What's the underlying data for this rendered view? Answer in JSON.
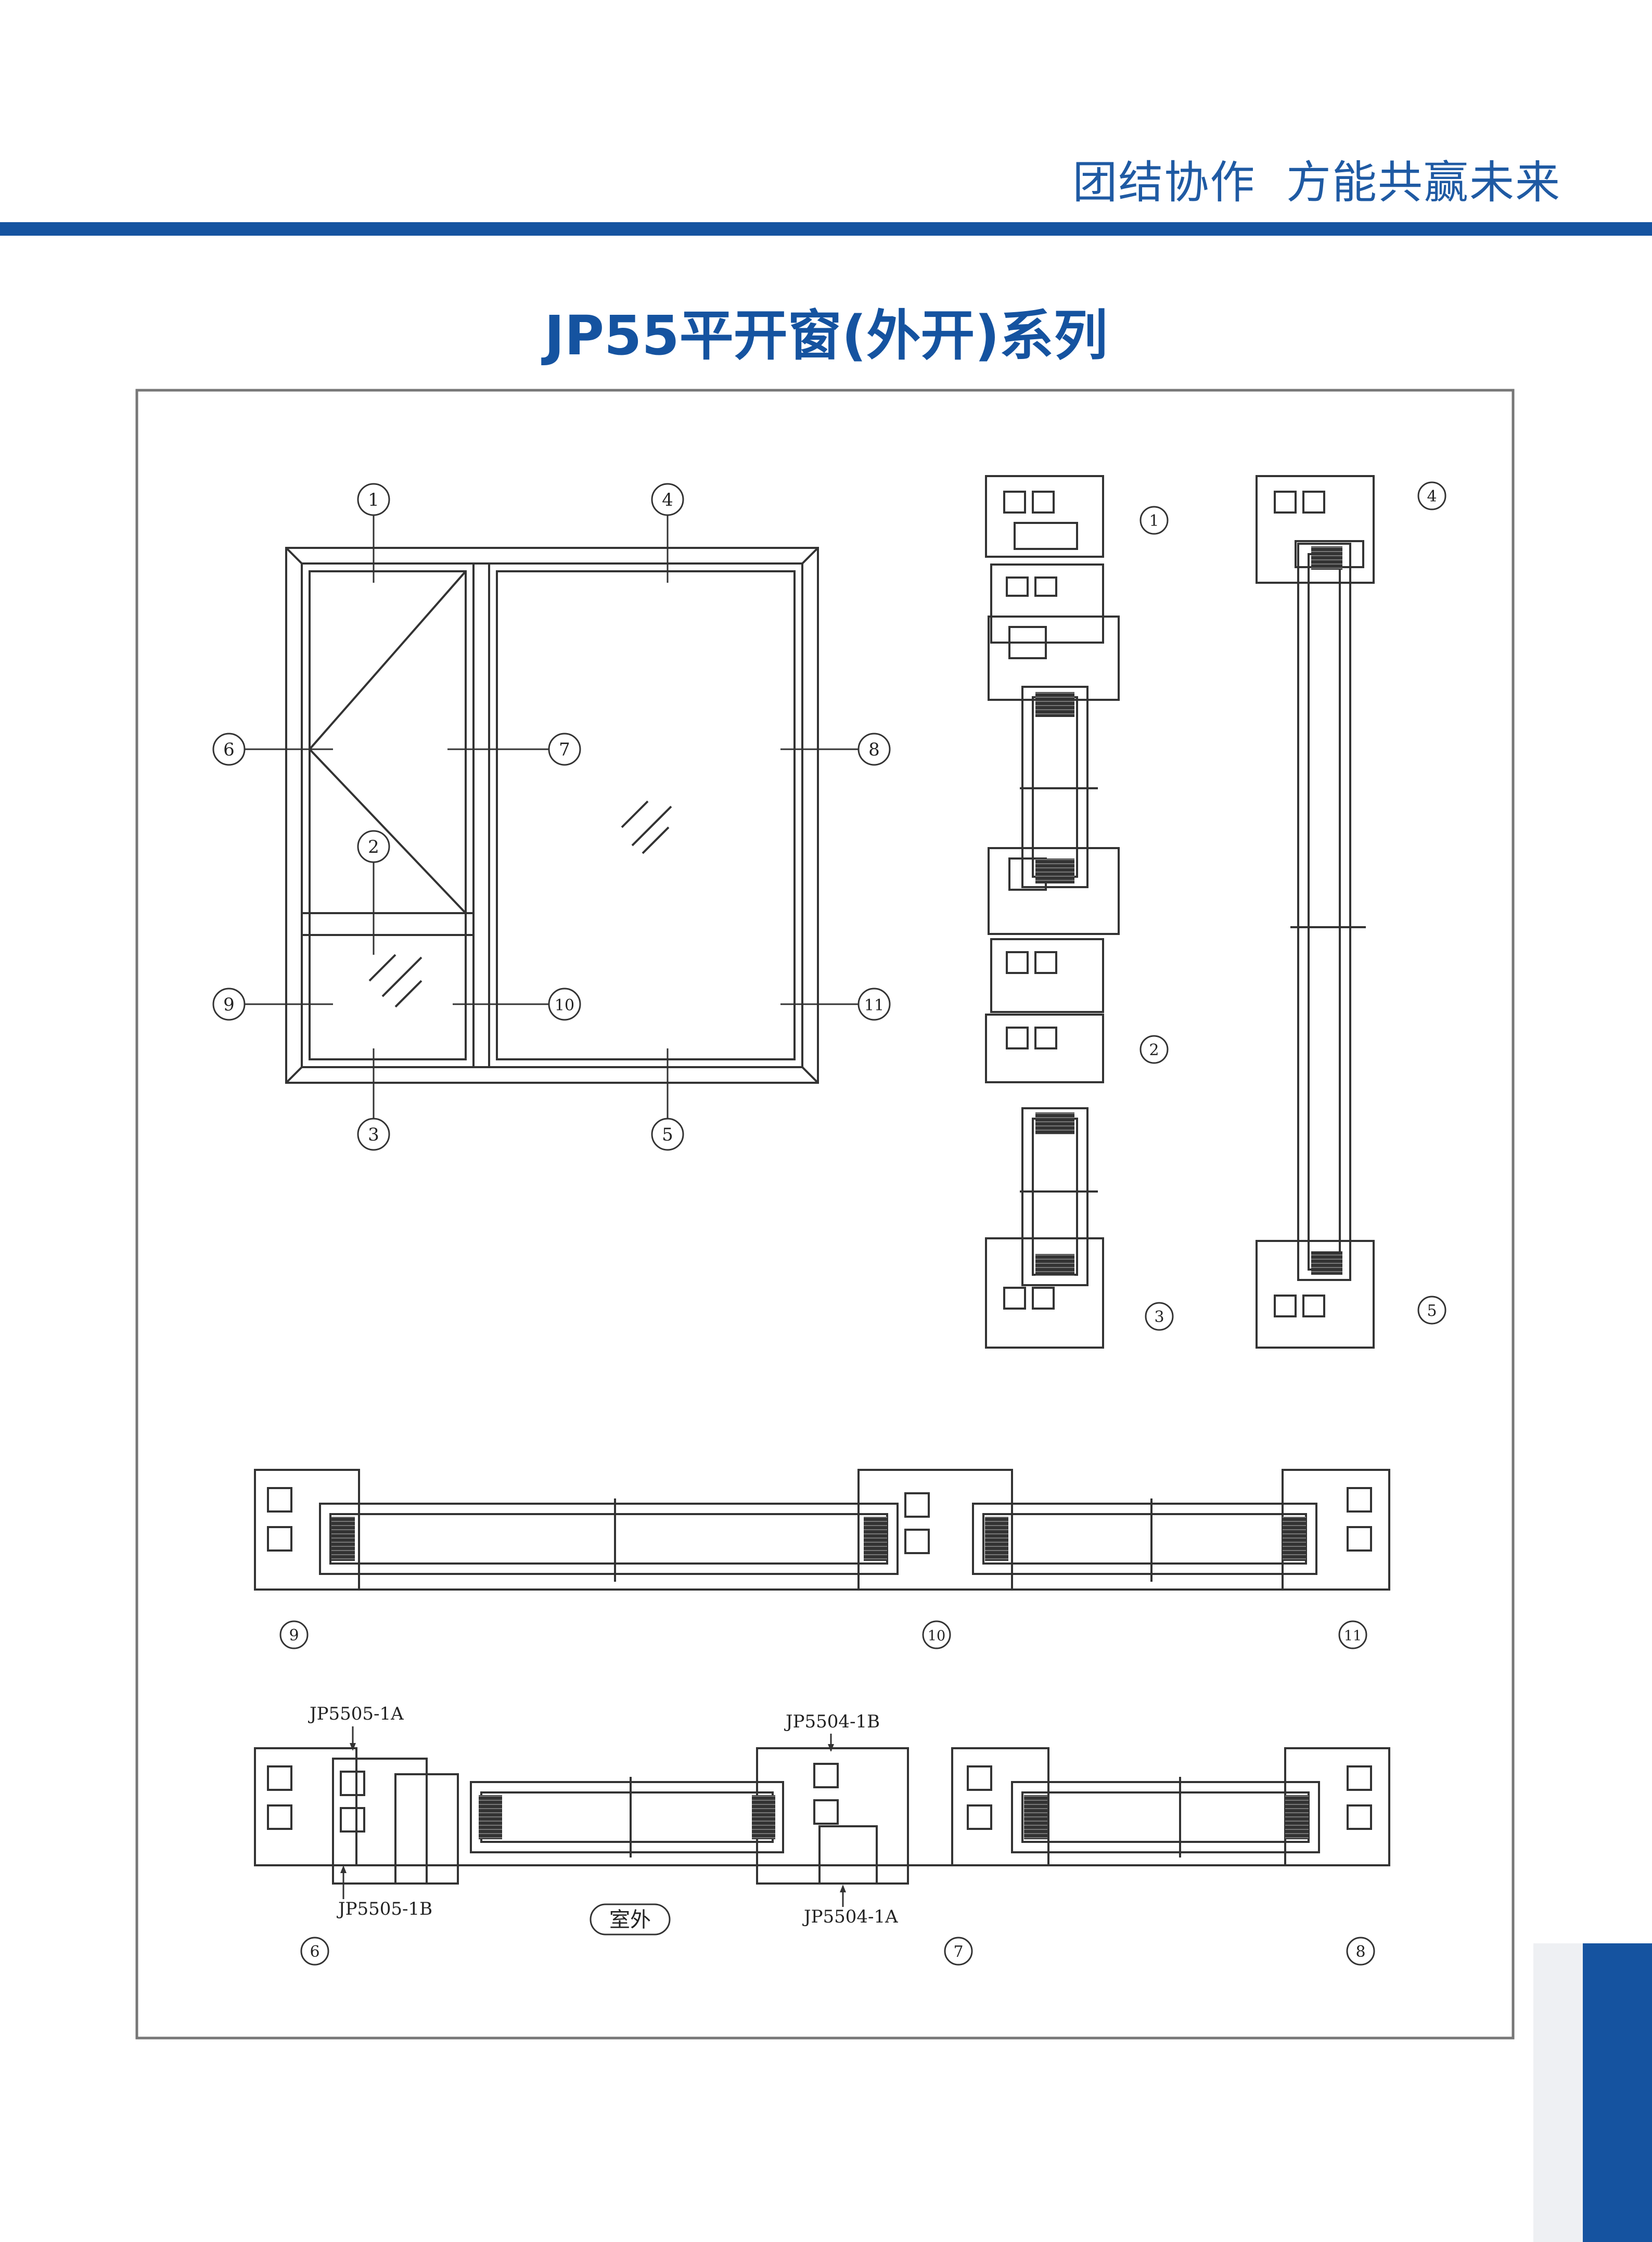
{
  "header": {
    "slogan": "团结协作  方能共赢未来",
    "accent_color": "#1553a0"
  },
  "title": "JP55平开窗(外开)系列",
  "diagram": {
    "elevation_callouts": [
      "1",
      "2",
      "3",
      "4",
      "5",
      "6",
      "7",
      "8",
      "9",
      "10",
      "11"
    ],
    "vertical_section_left": {
      "top": "1",
      "middle": "2",
      "bottom": "3"
    },
    "vertical_section_right": {
      "top": "4",
      "bottom": "5"
    },
    "horizontal_section_1": {
      "left": "9",
      "middle": "10",
      "right": "11"
    },
    "horizontal_section_2": {
      "left": "6",
      "middle": "7",
      "right": "8"
    },
    "profile_labels": {
      "p1": "JP5505-1A",
      "p2": "JP5505-1B",
      "p3": "JP5504-1B",
      "p4": "JP5504-1A"
    },
    "outside_label": "室外"
  }
}
